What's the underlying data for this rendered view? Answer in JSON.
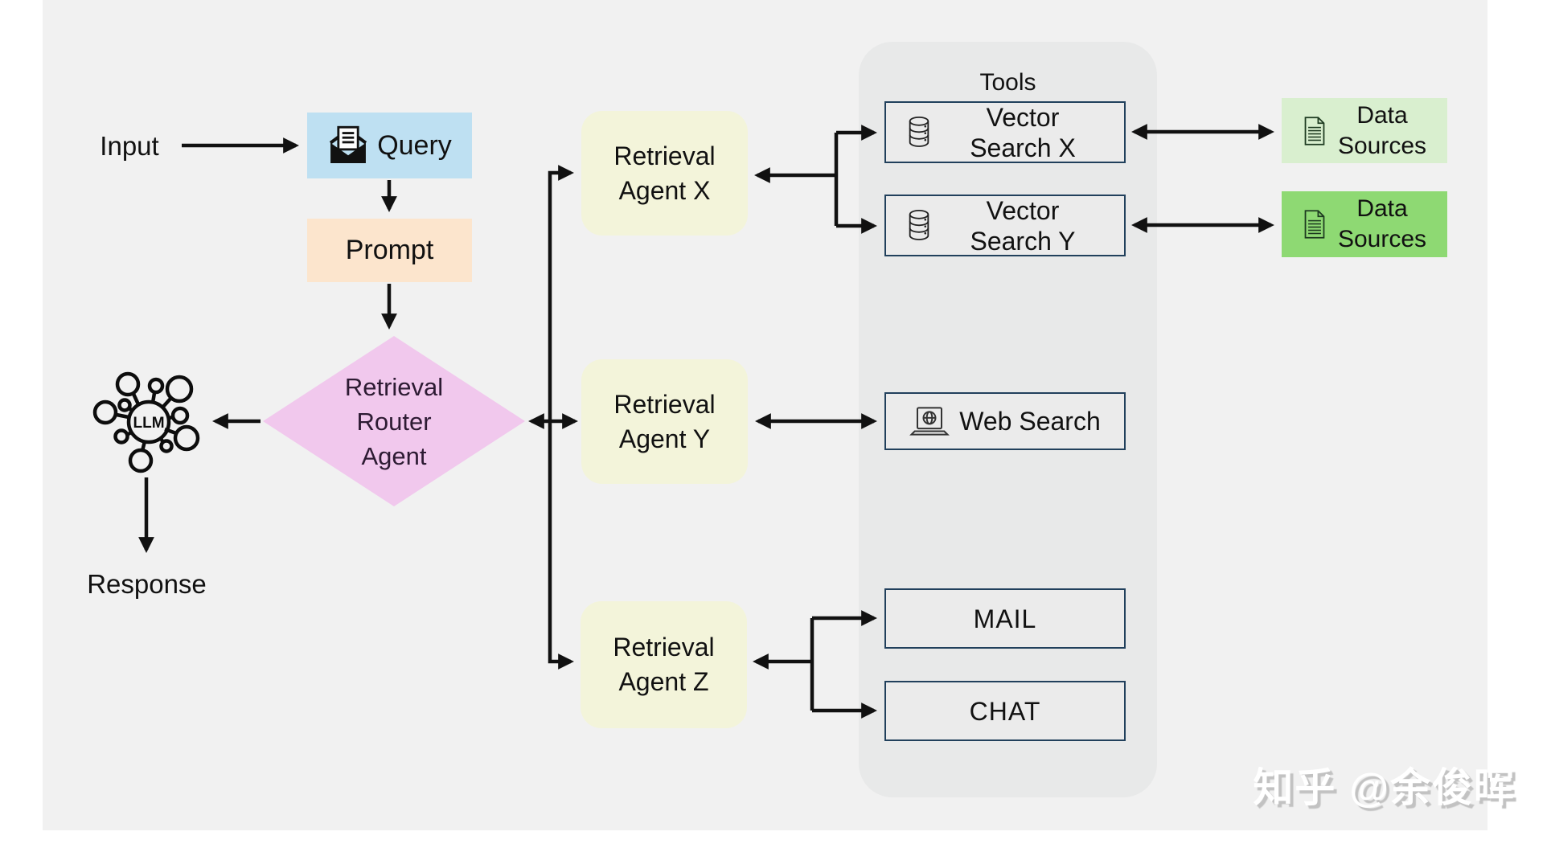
{
  "diagram": {
    "input_label": "Input",
    "query_label": "Query",
    "prompt_label": "Prompt",
    "router": {
      "line1": "Retrieval",
      "line2": "Router",
      "line3": "Agent"
    },
    "llm_label": "LLM",
    "response_label": "Response",
    "agent_x": {
      "line1": "Retrieval",
      "line2": "Agent X"
    },
    "agent_y": {
      "line1": "Retrieval",
      "line2": "Agent Y"
    },
    "agent_z": {
      "line1": "Retrieval",
      "line2": "Agent Z"
    }
  },
  "tools": {
    "title": "Tools",
    "vector_search_x": {
      "line1": "Vector",
      "line2": "Search X"
    },
    "vector_search_y": {
      "line1": "Vector",
      "line2": "Search Y"
    },
    "web_search": "Web Search",
    "mail": "MAIL",
    "chat": "CHAT"
  },
  "data_sources": {
    "ds1": {
      "line1": "Data",
      "line2": "Sources"
    },
    "ds2": {
      "line1": "Data",
      "line2": "Sources"
    }
  },
  "watermark": "知乎 @余俊晖",
  "colors": {
    "canvas_bg": "#f1f1f1",
    "query_box": "#bee0f2",
    "prompt_box": "#fce5cd",
    "router_diamond": "#f1c8ed",
    "agent_box": "#f3f4da",
    "tools_container": "#e8e9e9",
    "tool_box_fill": "#ebebeb",
    "tool_box_border": "#21405c",
    "data_sources_light": "#d9efcf",
    "data_sources_dark": "#8ed973",
    "arrow": "#111111"
  }
}
